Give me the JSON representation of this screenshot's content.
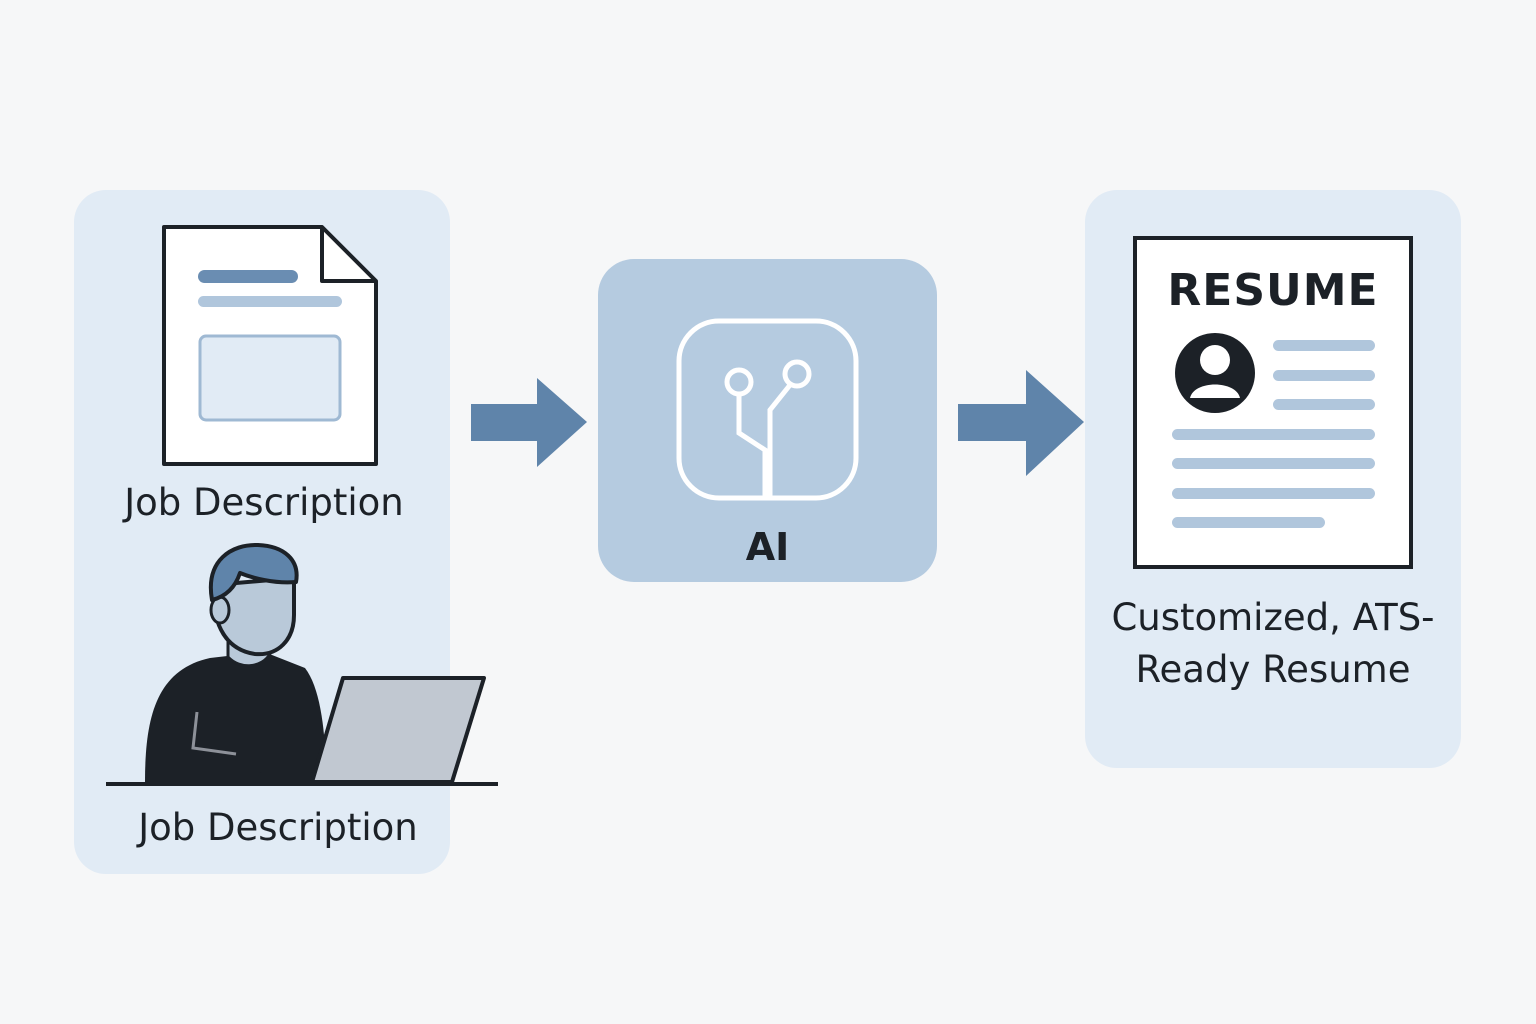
{
  "input": {
    "document_caption": "Job Description",
    "person_caption": "Job Description"
  },
  "ai": {
    "label": "AI"
  },
  "output": {
    "resume_title": "RESUME",
    "caption": "Customized, ATS-Ready Resume"
  },
  "icons": {
    "document": "document-icon",
    "person": "person-laptop-icon",
    "ai": "circuit-icon",
    "resume": "resume-icon",
    "avatar": "avatar-icon",
    "arrow": "arrow-right-icon"
  },
  "colors": {
    "background": "#f6f7f8",
    "panel": "#e1ebf5",
    "ai_box": "#b5cbe0",
    "arrow": "#5f84aa",
    "ink": "#1c2127",
    "line_light": "#b0c6dc",
    "line_dark": "#6a8db2"
  }
}
